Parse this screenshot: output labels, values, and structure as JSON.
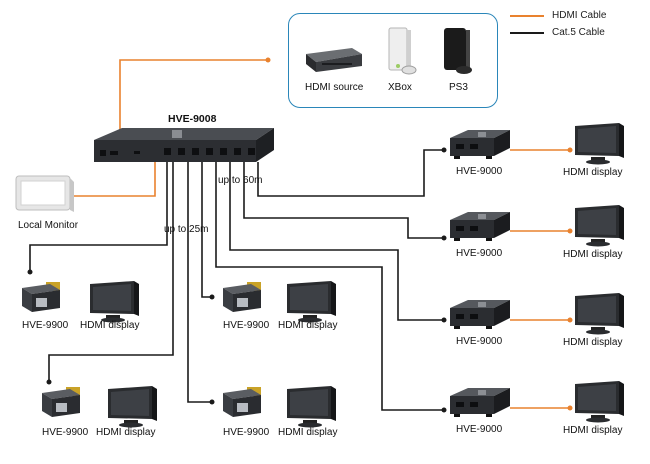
{
  "legend": {
    "hdmi_label": "HDMI Cable",
    "cat5_label": "Cat.5 Cable",
    "hdmi_color": "#e9822e",
    "cat5_color": "#1a1a1a"
  },
  "sources": {
    "border_color": "#2a86b9",
    "items": [
      "HDMI source",
      "XBox",
      "PS3"
    ]
  },
  "splitter": {
    "label": "HVE-9008"
  },
  "local_monitor": {
    "label": "Local Monitor"
  },
  "distances": {
    "short": "up to 25m",
    "long": "up to 60m"
  },
  "left_receivers": [
    {
      "receiver": "HVE-9900",
      "display": "HDMI display"
    },
    {
      "receiver": "HVE-9900",
      "display": "HDMI display"
    },
    {
      "receiver": "HVE-9900",
      "display": "HDMI display"
    },
    {
      "receiver": "HVE-9900",
      "display": "HDMI display"
    }
  ],
  "right_receivers": [
    {
      "receiver": "HVE-9000",
      "display": "HDMI display"
    },
    {
      "receiver": "HVE-9000",
      "display": "HDMI display"
    },
    {
      "receiver": "HVE-9000",
      "display": "HDMI display"
    },
    {
      "receiver": "HVE-9000",
      "display": "HDMI display"
    }
  ]
}
